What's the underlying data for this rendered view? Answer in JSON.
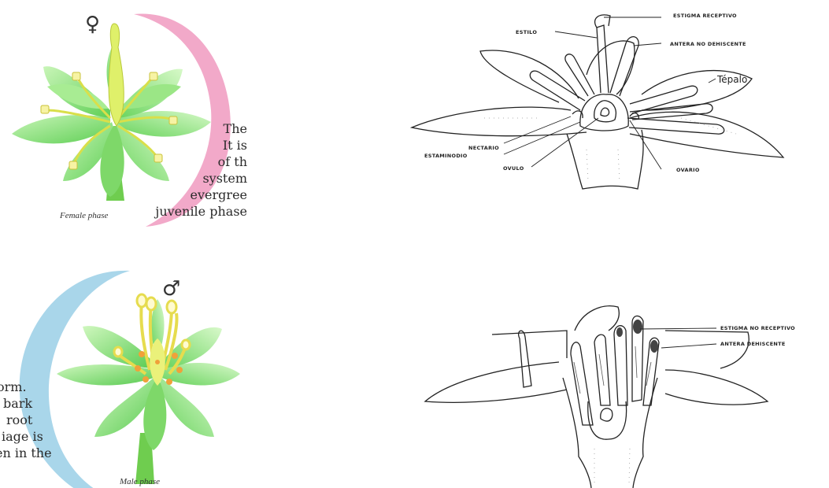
{
  "female_panel": {
    "symbol": "♀",
    "caption": "Female phase",
    "text_lines": [
      "The",
      "It is",
      "of th",
      "system",
      "evergree",
      "juvenile phase"
    ]
  },
  "male_panel": {
    "symbol": "♂",
    "caption": "Male phase",
    "text_lines": [
      "orm.",
      "bark",
      "root",
      "iage is",
      "en in the"
    ]
  },
  "diagram_top": {
    "labels": {
      "estigma": "ESTIGMA RECEPTIVO",
      "estilo": "ESTILO",
      "antera": "ANTERA NO DEHISCENTE",
      "tepalo": "Tépalo",
      "nectario": "NECTARIO",
      "estaminodio": "ESTAMINODIO",
      "ovulo": "OVULO",
      "ovario": "OVARIO"
    }
  },
  "diagram_bottom": {
    "labels": {
      "estigma": "ESTIGMA NO RECEPTIVO",
      "antera": "ANTERA DEHISCENTE"
    }
  },
  "colors": {
    "leaf_green": "#8fe07a",
    "female_arc": "#f2a9c9",
    "male_arc": "#a9d6ea",
    "stamen_yellow": "#e9e25a",
    "male_dot_orange": "#f0a13a"
  }
}
